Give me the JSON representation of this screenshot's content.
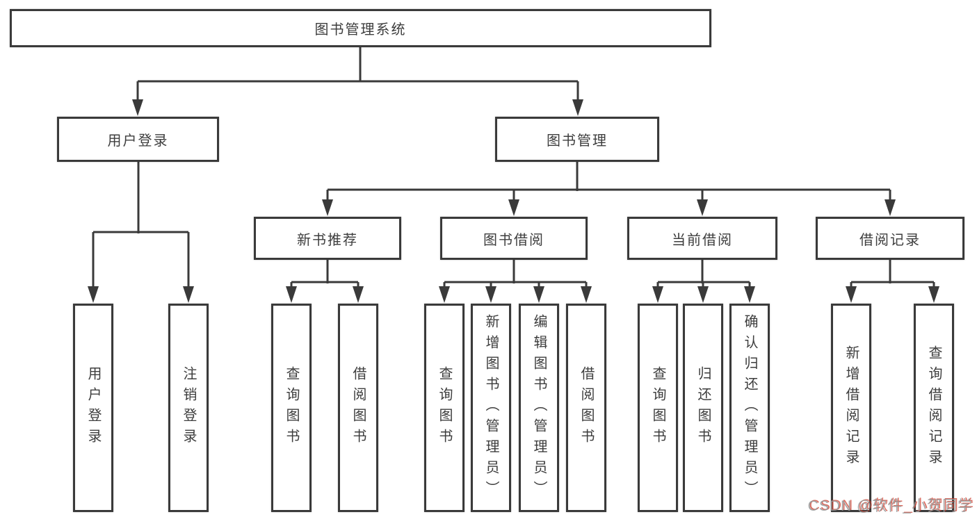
{
  "diagram": {
    "title": "图书管理系统",
    "root": {
      "label": "图书管理系统"
    },
    "branches": [
      {
        "label": "用户登录",
        "children": [
          {
            "label": "用户登录"
          },
          {
            "label": "注销登录"
          }
        ]
      },
      {
        "label": "图书管理",
        "children": [
          {
            "label": "新书推荐",
            "children": [
              {
                "label": "查询图书"
              },
              {
                "label": "借阅图书"
              }
            ]
          },
          {
            "label": "图书借阅",
            "children": [
              {
                "label": "查询图书"
              },
              {
                "label": "新增图书（管理员）"
              },
              {
                "label": "编辑图书（管理员）"
              },
              {
                "label": "借阅图书"
              }
            ]
          },
          {
            "label": "当前借阅",
            "children": [
              {
                "label": "查询图书"
              },
              {
                "label": "归还图书"
              },
              {
                "label": "确认归还（管理员）"
              }
            ]
          },
          {
            "label": "借阅记录",
            "children": [
              {
                "label": "新增借阅记录"
              },
              {
                "label": "查询借阅记录"
              }
            ]
          }
        ]
      }
    ]
  },
  "watermark": {
    "text": "CSDN @软件_小贺同学"
  },
  "colors": {
    "line": "#3a3a3a",
    "text": "#3d3d3d",
    "background": "#ffffff",
    "watermark_gray": "#989898",
    "watermark_red": "#cd3e2d"
  }
}
